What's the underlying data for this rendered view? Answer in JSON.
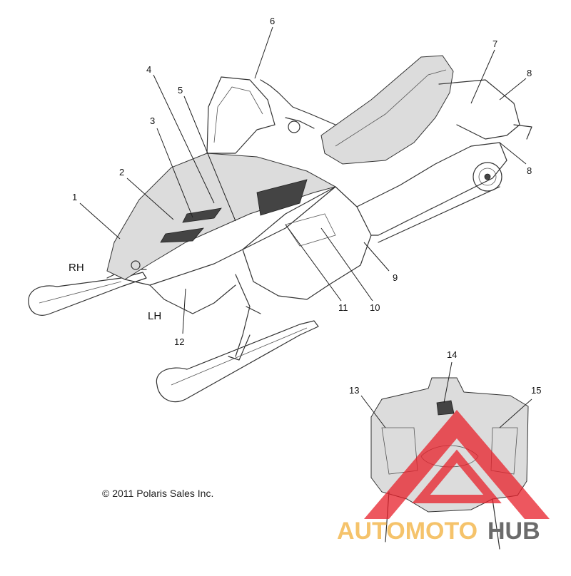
{
  "callouts": [
    "1",
    "2",
    "3",
    "4",
    "5",
    "6",
    "7",
    "8",
    "8",
    "9",
    "10",
    "11",
    "12",
    "13",
    "14",
    "15"
  ],
  "side_labels": {
    "rh": "RH",
    "lh": "LH"
  },
  "copyright": "© 2011 Polaris Sales Inc.",
  "watermark": {
    "part1": "AUTOMOTO",
    "part2": "HUB",
    "color1": "#f5c36b",
    "color2": "#6b6b6b",
    "logo_color": "#e8202a"
  }
}
